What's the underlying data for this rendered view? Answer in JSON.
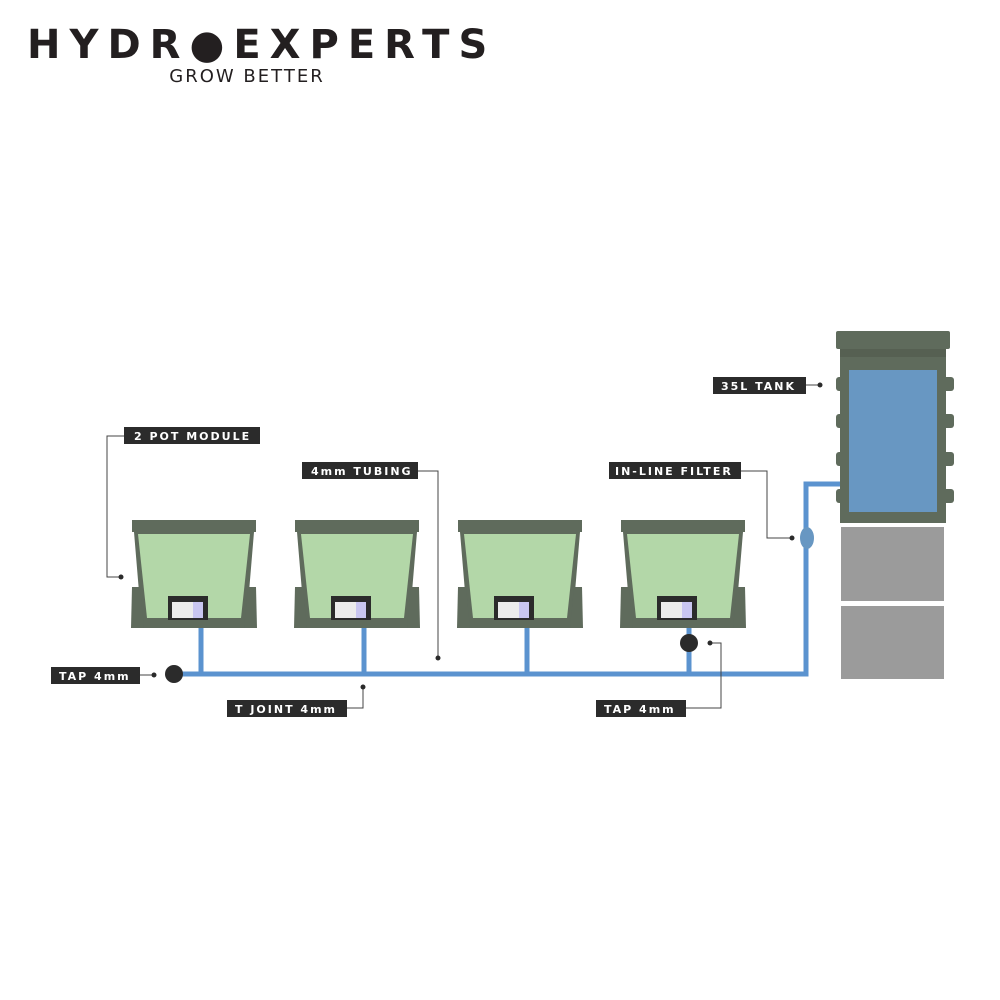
{
  "logo": {
    "brand_left": "HYDR",
    "brand_o": "O",
    "brand_right": "EXPERTS",
    "tagline": "GROW BETTER"
  },
  "labels": {
    "pot_module": "2 POT MODULE",
    "tubing": "4mm TUBING",
    "filter": "IN-LINE FILTER",
    "tank": "35L TANK",
    "tap_left": "TAP 4mm",
    "t_joint": "T JOINT 4mm",
    "tap_right": "TAP 4mm"
  },
  "colors": {
    "pot": "#5f6b5c",
    "soil": "#b3d7a8",
    "water": "#6897c2",
    "tube": "#5b93cf",
    "label_bg": "#2b2b2b",
    "stand": "#9b9b9b"
  }
}
